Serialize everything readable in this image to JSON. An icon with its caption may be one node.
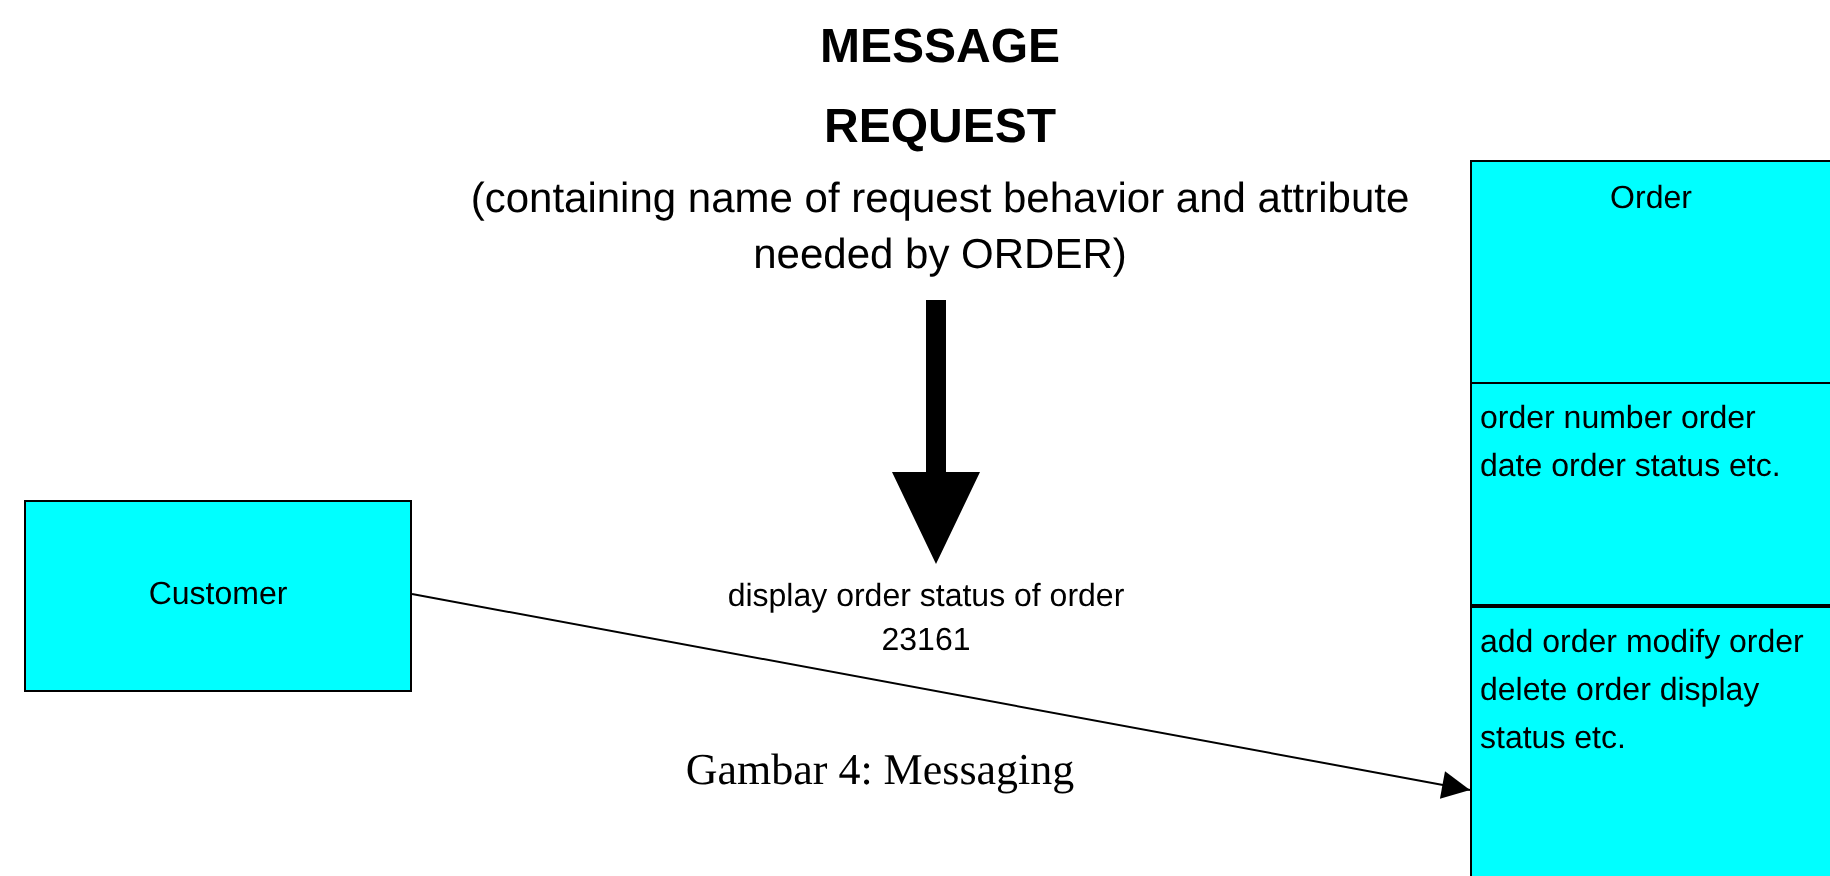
{
  "diagram": {
    "caption": "Gambar 4: Messaging",
    "nodes": [
      {
        "text": [
          "Customer"
        ]
      },
      {
        "text": [
          "Order"
        ]
      },
      {
        "text": [
          "order number order date order status etc."
        ],
        "in": 1
      },
      {
        "text": [
          "add order modify order delete order display status etc."
        ],
        "in": 1
      },
      {
        "text": [
          "MESSAGE REQUEST",
          "(containing name of request behavior and attribute needed by ORDER)"
        ]
      }
    ],
    "edges": [
      {
        "from": 0,
        "to": 3,
        "arrow": "to",
        "label": "display order status of order 23161"
      },
      {
        "from": 4,
        "to": null,
        "arrow": "to",
        "style": "thick"
      }
    ]
  }
}
